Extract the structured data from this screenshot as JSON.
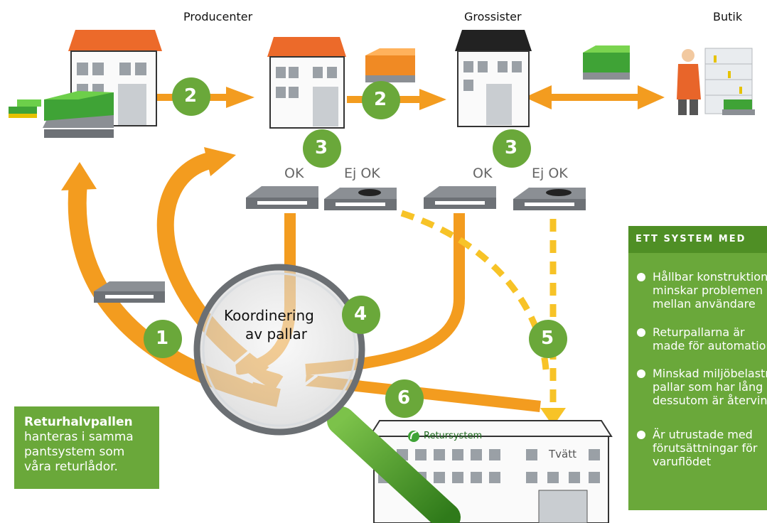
{
  "columns": {
    "producer": "Producenter",
    "wholesaler": "Grossister",
    "shop": "Butik"
  },
  "steps": {
    "step_2a": "2",
    "step_2b": "2",
    "step_3a": "3",
    "step_3b": "3",
    "step_1": "1",
    "step_4": "4",
    "step_5": "5",
    "step_6": "6"
  },
  "grading": {
    "ok_1": "OK",
    "not_ok_1": "Ej OK",
    "ok_2": "OK",
    "not_ok_2": "Ej OK"
  },
  "magnifier": {
    "line1": "Koordinering",
    "line2": "av pallar"
  },
  "facility": {
    "logo_text": "Retursystem",
    "wash_label": "Tvätt"
  },
  "panel": {
    "title": "ETT SYSTEM MED",
    "bullets": [
      [
        "Hållbar konstruktion",
        "minskar problemen",
        "mellan användare"
      ],
      [
        "Returpallarna är",
        "made för automation"
      ],
      [
        "Minskad miljöbelastning,",
        "pallar som har lång livslängd",
        "dessutom är återvinningsbara"
      ],
      [
        "Är utrustade med",
        "förutsättningar för",
        "varuflödet"
      ]
    ]
  },
  "note": {
    "bold": "Returhalvpallen",
    "lines": [
      "hanteras i samma",
      "pantsystem som",
      "våra returlådor."
    ]
  },
  "colors": {
    "orange": "#f39c1f",
    "green": "#6aa83a",
    "dark_green": "#4f8f25",
    "yellow": "#f7c327",
    "roof_orange": "#ec6a2a",
    "roof_black": "#222222"
  }
}
